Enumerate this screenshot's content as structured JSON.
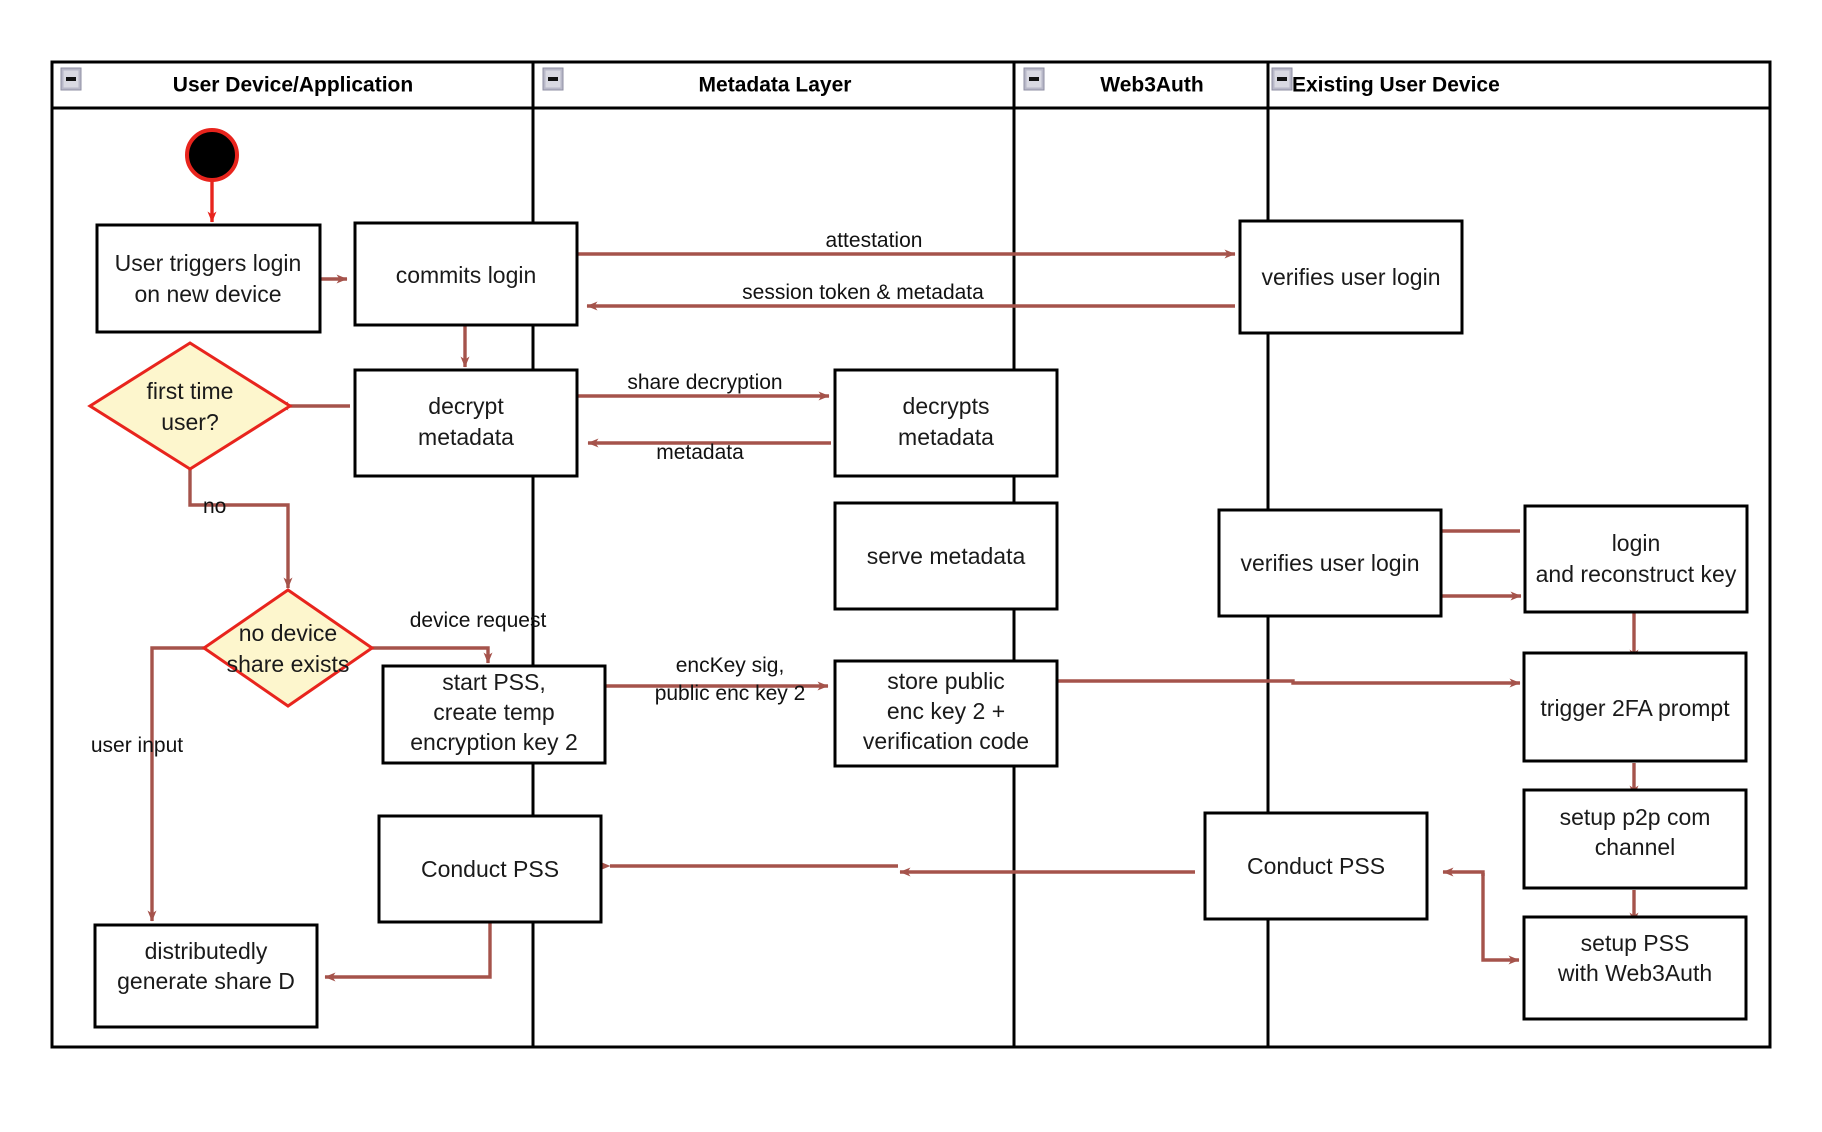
{
  "diagram": {
    "type": "uml-activity-swimlane",
    "title": "Web3Auth new-device login / PSS flow",
    "background_color": "#ffffff",
    "colors": {
      "flow_arrow": "#a5534b",
      "decision_fill": "#fdf6cd",
      "decision_stroke": "#e8241d",
      "node_stroke": "#000000",
      "node_fill": "#ffffff",
      "start_node_fill": "#000000",
      "start_node_stroke": "#e8241d",
      "lane_border": "#000000",
      "collapse_icon": "#d9d9e2"
    },
    "lanes": [
      {
        "id": "lane-user-device",
        "label": "User Device/Application",
        "collapse_icon": "minimize-icon",
        "title_align": "center"
      },
      {
        "id": "lane-metadata",
        "label": "Metadata Layer",
        "collapse_icon": "minimize-icon",
        "title_align": "center"
      },
      {
        "id": "lane-web3auth",
        "label": "Web3Auth",
        "collapse_icon": "minimize-icon",
        "title_align": "center"
      },
      {
        "id": "lane-existing-device",
        "label": "Existing User Device",
        "collapse_icon": "minimize-icon",
        "title_align": "left"
      }
    ],
    "nodes": [
      {
        "id": "start",
        "kind": "initial-node",
        "lane": "lane-user-device",
        "label": ""
      },
      {
        "id": "user-triggers-login",
        "kind": "action",
        "lane": "lane-user-device",
        "label": "User triggers login\non new device"
      },
      {
        "id": "commits-login",
        "kind": "action",
        "lane": "lane-user-device",
        "label": "commits login"
      },
      {
        "id": "verifies-user-login-1",
        "kind": "action",
        "lane": "lane-web3auth",
        "label": "verifies user login"
      },
      {
        "id": "decrypt-metadata",
        "kind": "action",
        "lane": "lane-user-device",
        "label": "decrypt\nmetadata"
      },
      {
        "id": "first-time-user",
        "kind": "decision",
        "lane": "lane-user-device",
        "label": "first time\nuser?"
      },
      {
        "id": "decrypts-metadata",
        "kind": "action",
        "lane": "lane-metadata",
        "label": "decrypts\nmetadata"
      },
      {
        "id": "serve-metadata",
        "kind": "action",
        "lane": "lane-metadata",
        "label": "serve metadata"
      },
      {
        "id": "verifies-user-login-2",
        "kind": "action",
        "lane": "lane-web3auth",
        "label": "verifies user login"
      },
      {
        "id": "login-and-reconstruct-key",
        "kind": "action",
        "lane": "lane-existing-device",
        "label": "login\nand reconstruct key"
      },
      {
        "id": "no-device-share-exists",
        "kind": "decision",
        "lane": "lane-user-device",
        "label": "no device\nshare exists"
      },
      {
        "id": "start-pss",
        "kind": "action",
        "lane": "lane-user-device",
        "label": "start PSS,\ncreate temp\nencryption key 2"
      },
      {
        "id": "store-public-enc-key",
        "kind": "action",
        "lane": "lane-metadata",
        "label": "store public\nenc key 2 +\nverification code"
      },
      {
        "id": "trigger-2fa-prompt",
        "kind": "action",
        "lane": "lane-existing-device",
        "label": "trigger 2FA prompt"
      },
      {
        "id": "setup-p2p-com-channel",
        "kind": "action",
        "lane": "lane-existing-device",
        "label": "setup p2p com\nchannel"
      },
      {
        "id": "conduct-pss-user",
        "kind": "action",
        "lane": "lane-user-device",
        "label": "Conduct PSS"
      },
      {
        "id": "conduct-pss-web3auth",
        "kind": "action",
        "lane": "lane-web3auth",
        "label": "Conduct PSS"
      },
      {
        "id": "setup-pss-with-web3auth",
        "kind": "action",
        "lane": "lane-existing-device",
        "label": "setup PSS\nwith Web3Auth"
      },
      {
        "id": "distributedly-generate-share-d",
        "kind": "action",
        "lane": "lane-user-device",
        "label": "distributedly\ngenerate share D"
      }
    ],
    "edge_labels": {
      "attestation": "attestation",
      "session_token": "session token & metadata",
      "share_decryption": "share decryption",
      "metadata": "metadata",
      "no": "no",
      "device_request": "device request",
      "enckey_sig_line1": "encKey sig,",
      "enckey_sig_line2": "public enc key 2",
      "user_input": "user input"
    },
    "node_text": {
      "user_triggers_login_l1": "User triggers login",
      "user_triggers_login_l2": "on new device",
      "commits_login": "commits login",
      "verifies_user_login_1": "verifies user login",
      "decrypt_metadata_l1": "decrypt",
      "decrypt_metadata_l2": "metadata",
      "first_time_user_l1": "first time",
      "first_time_user_l2": "user?",
      "decrypts_metadata_l1": "decrypts",
      "decrypts_metadata_l2": "metadata",
      "serve_metadata": "serve metadata",
      "verifies_user_login_2": "verifies user login",
      "login_reconstruct_l1": "login",
      "login_reconstruct_l2": "and reconstruct key",
      "no_device_share_l1": "no device",
      "no_device_share_l2": "share exists",
      "start_pss_l1": "start PSS,",
      "start_pss_l2": "create temp",
      "start_pss_l3": "encryption key 2",
      "store_public_l1": "store public",
      "store_public_l2": "enc key 2 +",
      "store_public_l3": "verification code",
      "trigger_2fa": "trigger 2FA prompt",
      "setup_p2p_l1": "setup p2p com",
      "setup_p2p_l2": "channel",
      "conduct_pss_user": "Conduct PSS",
      "conduct_pss_web3auth": "Conduct PSS",
      "setup_pss_l1": "setup PSS",
      "setup_pss_l2": "with Web3Auth",
      "distributedly_l1": "distributedly",
      "distributedly_l2": "generate share D"
    }
  }
}
